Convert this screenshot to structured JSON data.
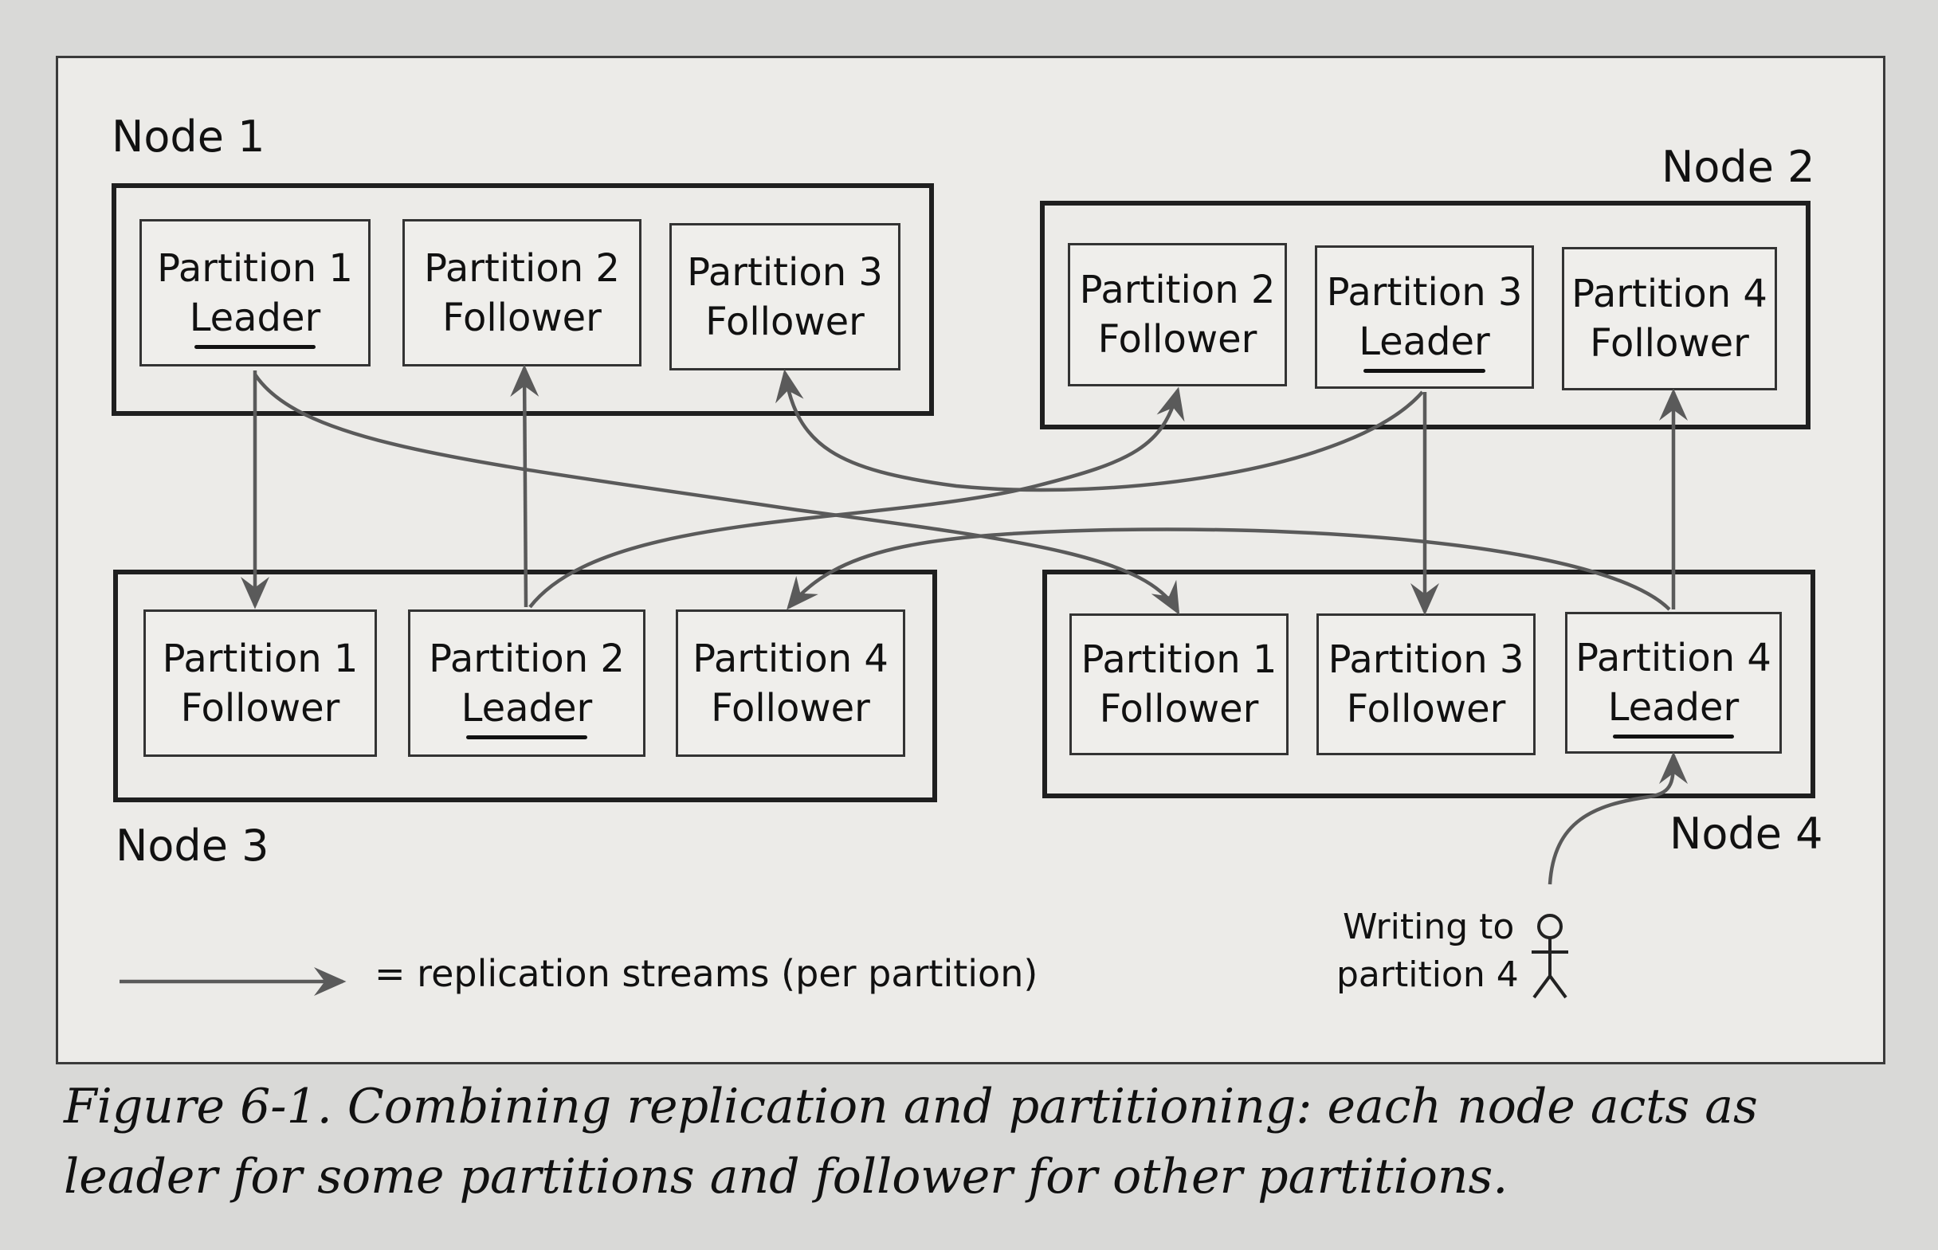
{
  "nodes": [
    {
      "label": "Node 1",
      "partitions": [
        {
          "name": "Partition 1",
          "role": "Leader"
        },
        {
          "name": "Partition 2",
          "role": "Follower"
        },
        {
          "name": "Partition 3",
          "role": "Follower"
        }
      ]
    },
    {
      "label": "Node 2",
      "partitions": [
        {
          "name": "Partition 2",
          "role": "Follower"
        },
        {
          "name": "Partition 3",
          "role": "Leader"
        },
        {
          "name": "Partition 4",
          "role": "Follower"
        }
      ]
    },
    {
      "label": "Node 3",
      "partitions": [
        {
          "name": "Partition 1",
          "role": "Follower"
        },
        {
          "name": "Partition 2",
          "role": "Leader"
        },
        {
          "name": "Partition 4",
          "role": "Follower"
        }
      ]
    },
    {
      "label": "Node 4",
      "partitions": [
        {
          "name": "Partition 1",
          "role": "Follower"
        },
        {
          "name": "Partition 3",
          "role": "Follower"
        },
        {
          "name": "Partition 4",
          "role": "Leader"
        }
      ]
    }
  ],
  "legend": {
    "text": "= replication streams (per partition)"
  },
  "writer": {
    "line1": "Writing to",
    "line2": "partition 4"
  },
  "caption": "Figure 6-1. Combining replication and partitioning: each node acts as leader for some partitions and follower for other partitions.",
  "colors": {
    "arrow": "#5a5a5a",
    "border": "#1f1f1f",
    "background": "#ecebe8"
  }
}
